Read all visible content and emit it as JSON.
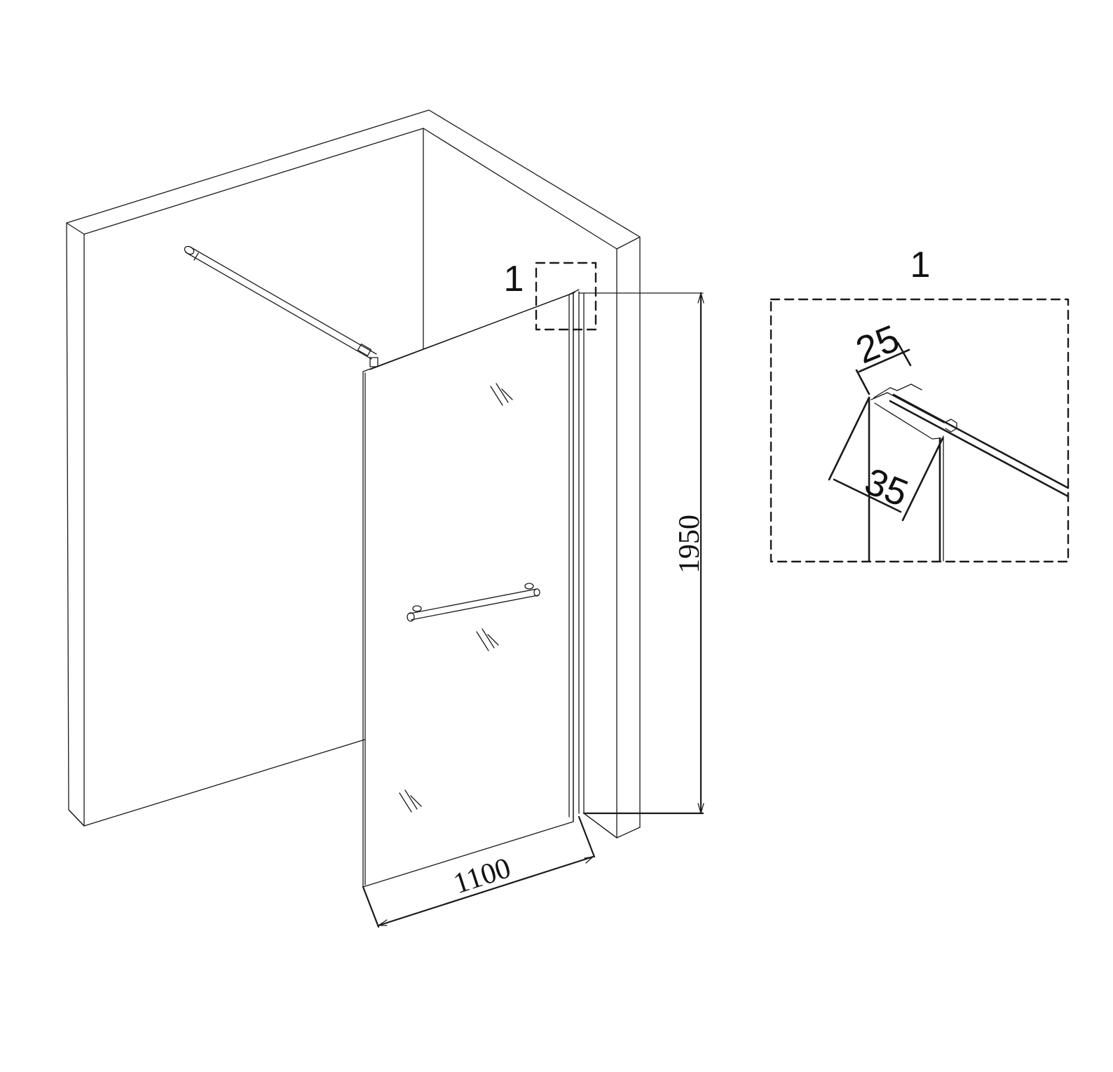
{
  "drawing": {
    "width_dimension": "1100",
    "height_dimension": "1950",
    "detail_callout_label": "1",
    "detail": {
      "title": "1",
      "profile_width": "25",
      "profile_depth": "35"
    }
  },
  "colors": {
    "line": "#1a1a1a",
    "background": "#ffffff"
  }
}
